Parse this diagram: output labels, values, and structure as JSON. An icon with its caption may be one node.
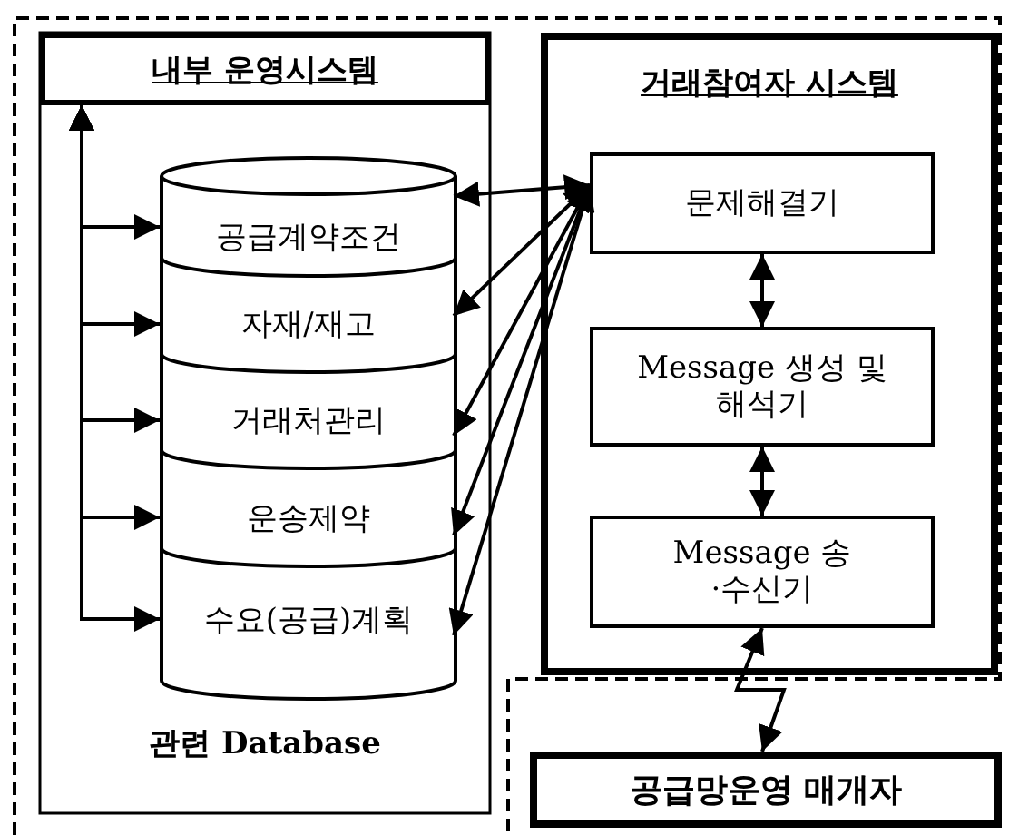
{
  "diagram": {
    "nodes": [
      {
        "text": [
          "내부 운영시스템"
        ]
      },
      {
        "text": [],
        "shape": "cylinder",
        "beside": [
          "관련 Database"
        ]
      },
      {
        "text": [
          "공급계약조건"
        ],
        "in": 1
      },
      {
        "text": [
          "자재/재고"
        ],
        "in": 1
      },
      {
        "text": [
          "거래처관리"
        ],
        "in": 1
      },
      {
        "text": [
          "운송제약"
        ],
        "in": 1
      },
      {
        "text": [
          "수요(공급)계획"
        ],
        "in": 1
      },
      {
        "text": [
          "거래참여자 시스템"
        ]
      },
      {
        "text": [
          "문제해결기"
        ],
        "in": 7
      },
      {
        "text": [
          "Message 생성 및 해석기"
        ],
        "in": 7
      },
      {
        "text": [
          "Message 송·수신기"
        ],
        "in": 7
      },
      {
        "text": [
          "공급망운영 매개자"
        ]
      }
    ],
    "edges": [
      {
        "from": 0,
        "to": 2,
        "arrow": "both"
      },
      {
        "from": 0,
        "to": 3,
        "arrow": "both"
      },
      {
        "from": 0,
        "to": 4,
        "arrow": "both"
      },
      {
        "from": 0,
        "to": 5,
        "arrow": "both"
      },
      {
        "from": 0,
        "to": 6,
        "arrow": "both"
      },
      {
        "from": 8,
        "to": 2,
        "arrow": "both"
      },
      {
        "from": 8,
        "to": 3,
        "arrow": "both"
      },
      {
        "from": 8,
        "to": 4,
        "arrow": "both"
      },
      {
        "from": 8,
        "to": 5,
        "arrow": "both"
      },
      {
        "from": 8,
        "to": 6,
        "arrow": "both"
      },
      {
        "from": 8,
        "to": 9,
        "arrow": "both"
      },
      {
        "from": 9,
        "to": 10,
        "arrow": "both"
      },
      {
        "from": 10,
        "to": 11,
        "arrow": "both"
      }
    ]
  }
}
